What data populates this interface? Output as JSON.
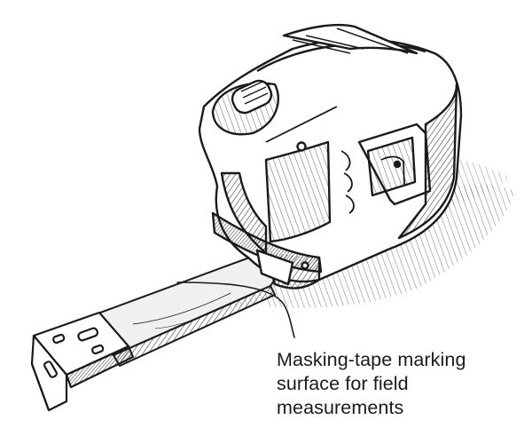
{
  "caption": {
    "lines": [
      "Masking-tape marking",
      "surface for field",
      "measurements"
    ]
  },
  "colors": {
    "ink": "#1a1a1a",
    "paper": "#ffffff",
    "tape_blade": "#f0f0f0"
  },
  "icons": [
    "tape-measure-illustration",
    "leader-line"
  ]
}
